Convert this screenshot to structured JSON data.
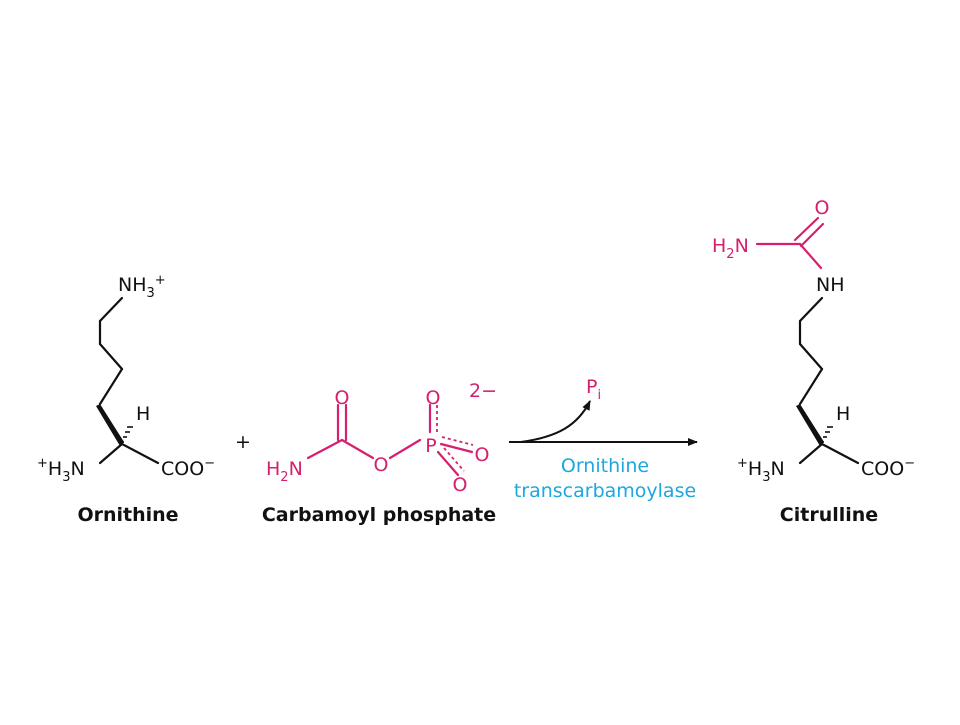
{
  "colors": {
    "black": "#111111",
    "magenta": "#d6206f",
    "cyan": "#1ea7dd"
  },
  "ornithine": {
    "name": "Ornithine",
    "side_chain_amine": "NH",
    "side_chain_amine_sub": "3",
    "side_chain_amine_charge": "+",
    "alpha_h": "H",
    "alpha_amine_charge": "+",
    "alpha_amine": "H",
    "alpha_amine_sub": "3",
    "alpha_amine_n": "N",
    "carboxylate": "COO",
    "carboxylate_charge": "−"
  },
  "plus_sign": "+",
  "carbamoyl_phosphate": {
    "name": "Carbamoyl phosphate",
    "amine_h": "H",
    "amine_sub": "2",
    "amine_n": "N",
    "carbonyl_o": "O",
    "bridge_o": "O",
    "phosphorus": "P",
    "phosphate_o_top": "O",
    "phosphate_o_right": "O",
    "phosphate_o_bottom": "O",
    "charge": "2−"
  },
  "reaction": {
    "byproduct": "P",
    "byproduct_sub": "i",
    "enzyme_line1": "Ornithine",
    "enzyme_line2": "transcarbamoylase"
  },
  "citrulline": {
    "name": "Citrulline",
    "urea_o": "O",
    "urea_amine_h": "H",
    "urea_amine_sub": "2",
    "urea_amine_n": "N",
    "nh": "NH",
    "alpha_h": "H",
    "alpha_amine_charge": "+",
    "alpha_amine": "H",
    "alpha_amine_sub": "3",
    "alpha_amine_n": "N",
    "carboxylate": "COO",
    "carboxylate_charge": "−"
  }
}
